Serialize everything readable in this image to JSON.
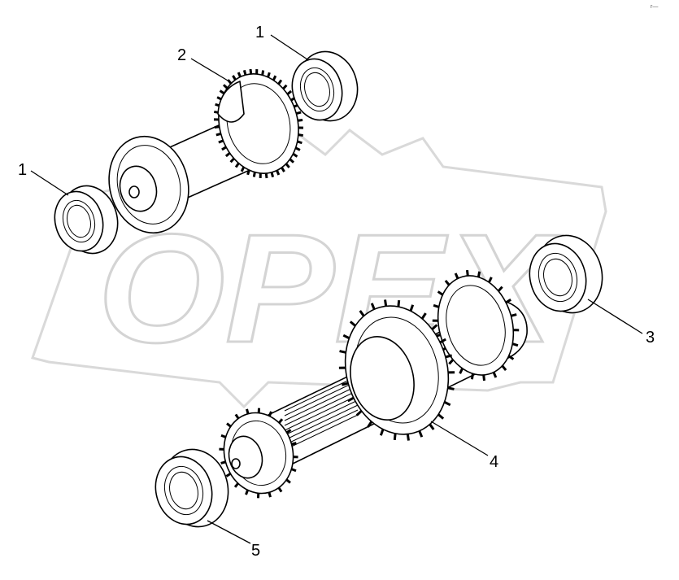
{
  "watermark": {
    "text": "OPEX"
  },
  "corner_mark": "r—",
  "callouts": [
    {
      "id": "1a",
      "label": "1"
    },
    {
      "id": "2",
      "label": "2"
    },
    {
      "id": "1b",
      "label": "1"
    },
    {
      "id": "3",
      "label": "3"
    },
    {
      "id": "4",
      "label": "4"
    },
    {
      "id": "5",
      "label": "5"
    }
  ]
}
